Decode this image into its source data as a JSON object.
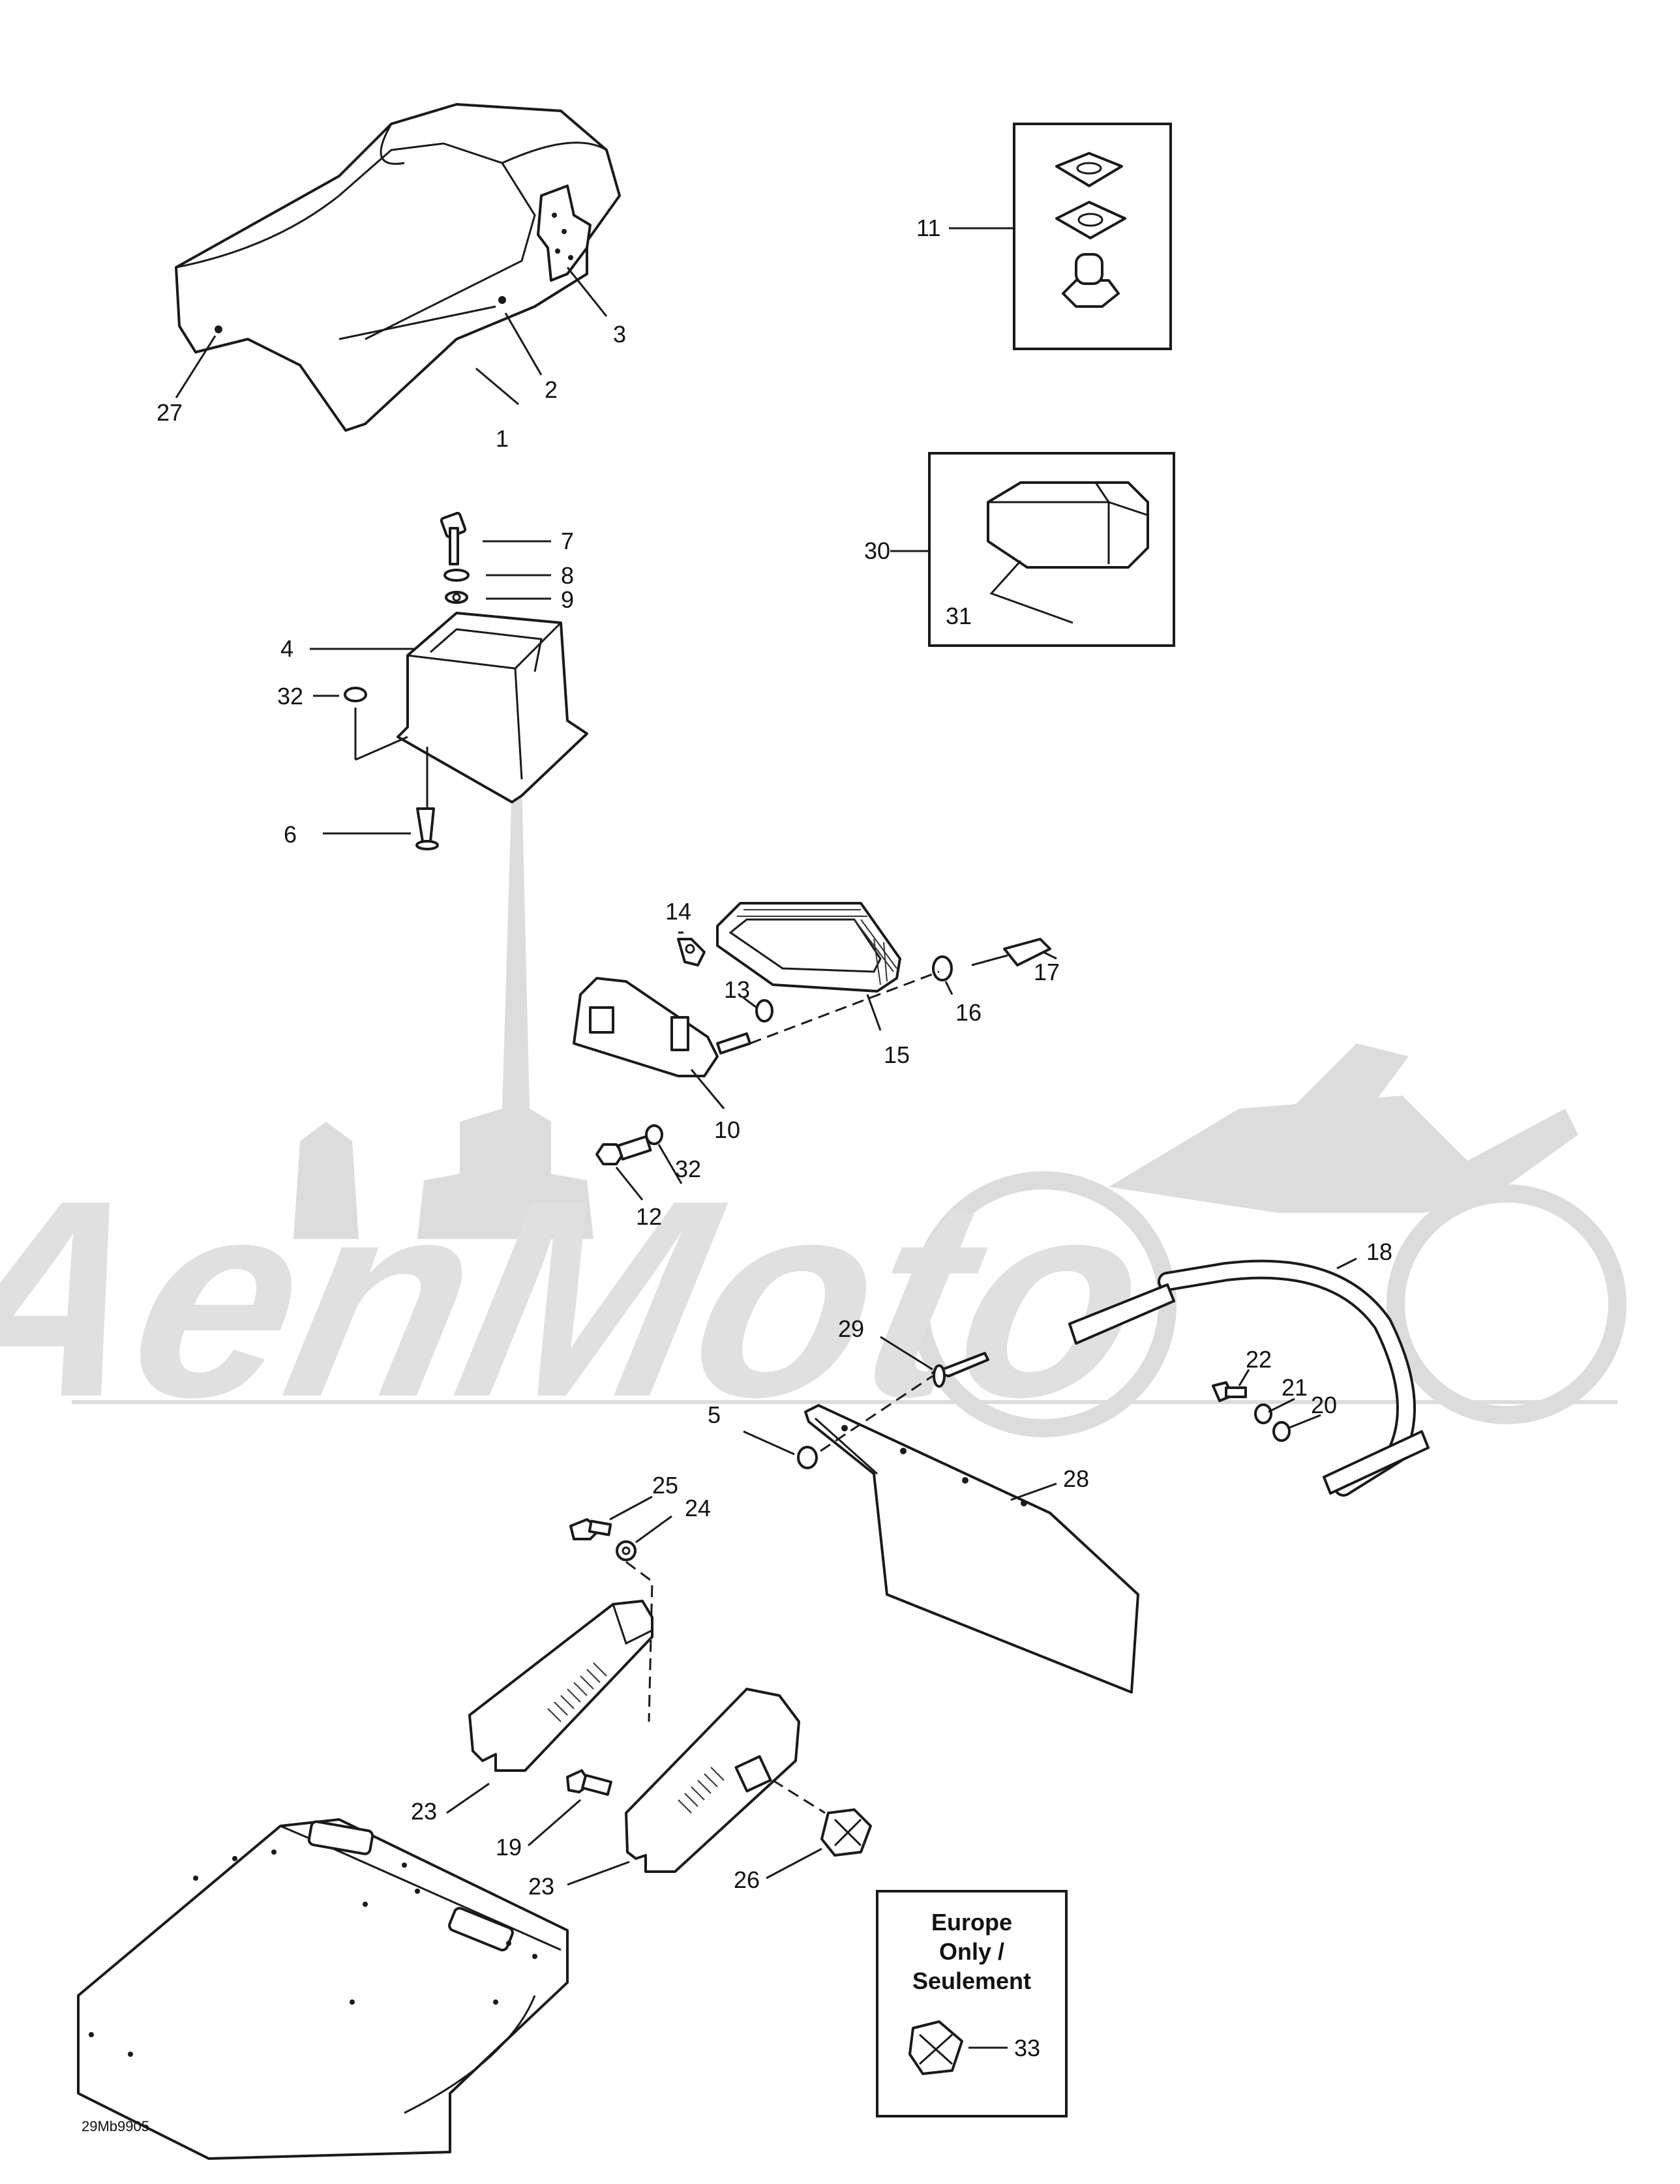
{
  "diagram": {
    "drawing_code": "29Mb9905",
    "watermark_text": "AenMoto",
    "callouts": [
      "1",
      "2",
      "3",
      "4",
      "5",
      "6",
      "7",
      "8",
      "9",
      "10",
      "11",
      "12",
      "13",
      "14",
      "15",
      "16",
      "17",
      "18",
      "19",
      "20",
      "21",
      "22",
      "23",
      "23",
      "24",
      "25",
      "26",
      "27",
      "28",
      "29",
      "30",
      "31",
      "32",
      "32",
      "33"
    ],
    "europe_box": {
      "line1": "Europe",
      "line2": "Only /",
      "line3": "Seulement",
      "part_label": "33"
    }
  }
}
